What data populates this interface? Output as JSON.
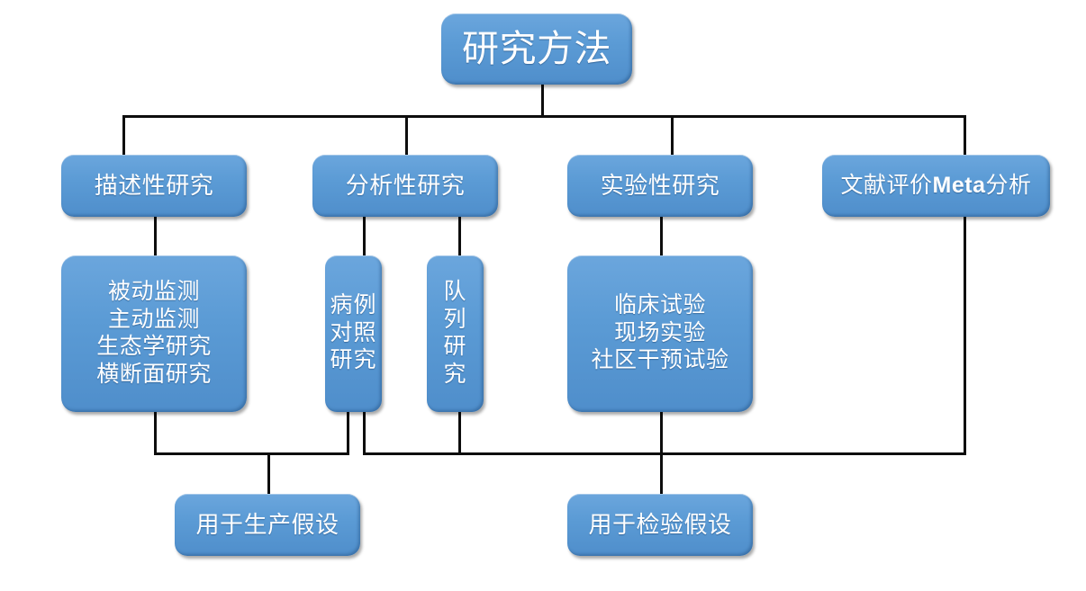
{
  "diagram": {
    "title": "研究方法",
    "colors": {
      "node_fill": "#5b9bd5",
      "node_fill_light": "#6ba6dd",
      "node_fill_dark": "#4f8ecb",
      "line": "#0d0d0d",
      "text": "#ffffff",
      "background": "#ffffff"
    },
    "root": {
      "label": "研究方法"
    },
    "categories": [
      {
        "id": "descriptive",
        "label": "描述性研究"
      },
      {
        "id": "analytical",
        "label": "分析性研究"
      },
      {
        "id": "experimental",
        "label": "实验性研究"
      },
      {
        "id": "meta",
        "label_prefix": "文献评价",
        "label_bold": "Meta",
        "label_suffix": "分析",
        "label": "文献评价Meta分析"
      }
    ],
    "methods": [
      {
        "id": "descriptive-methods",
        "label": "被动监测\n主动监测\n生态学研究\n横断面研究"
      },
      {
        "id": "case-control",
        "label": "病例\n对照\n研究"
      },
      {
        "id": "cohort",
        "label": "队\n列\n研\n究"
      },
      {
        "id": "experimental-methods",
        "label": "临床试验\n现场实验\n社区干预试验"
      }
    ],
    "outcomes": [
      {
        "id": "generate-hypothesis",
        "label": "用于生产假设"
      },
      {
        "id": "test-hypothesis",
        "label": "用于检验假设"
      }
    ]
  }
}
